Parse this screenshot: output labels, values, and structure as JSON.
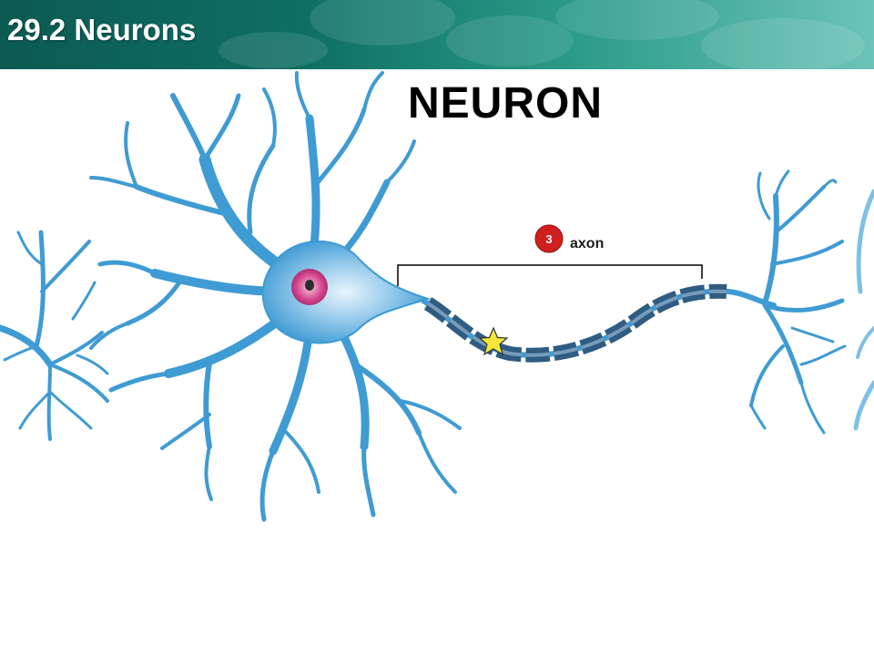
{
  "header": {
    "title": "29.2 Neurons"
  },
  "diagram": {
    "title": "NEURON",
    "label": {
      "number": "3",
      "text": "axon"
    },
    "colors": {
      "neuron": "#3f9bd3",
      "neuron_dark": "#1f6fa8",
      "nucleus": "#d6478f",
      "badge": "#d11f1f",
      "star": "#f5e83a",
      "myelin": "#2f5c82"
    }
  }
}
